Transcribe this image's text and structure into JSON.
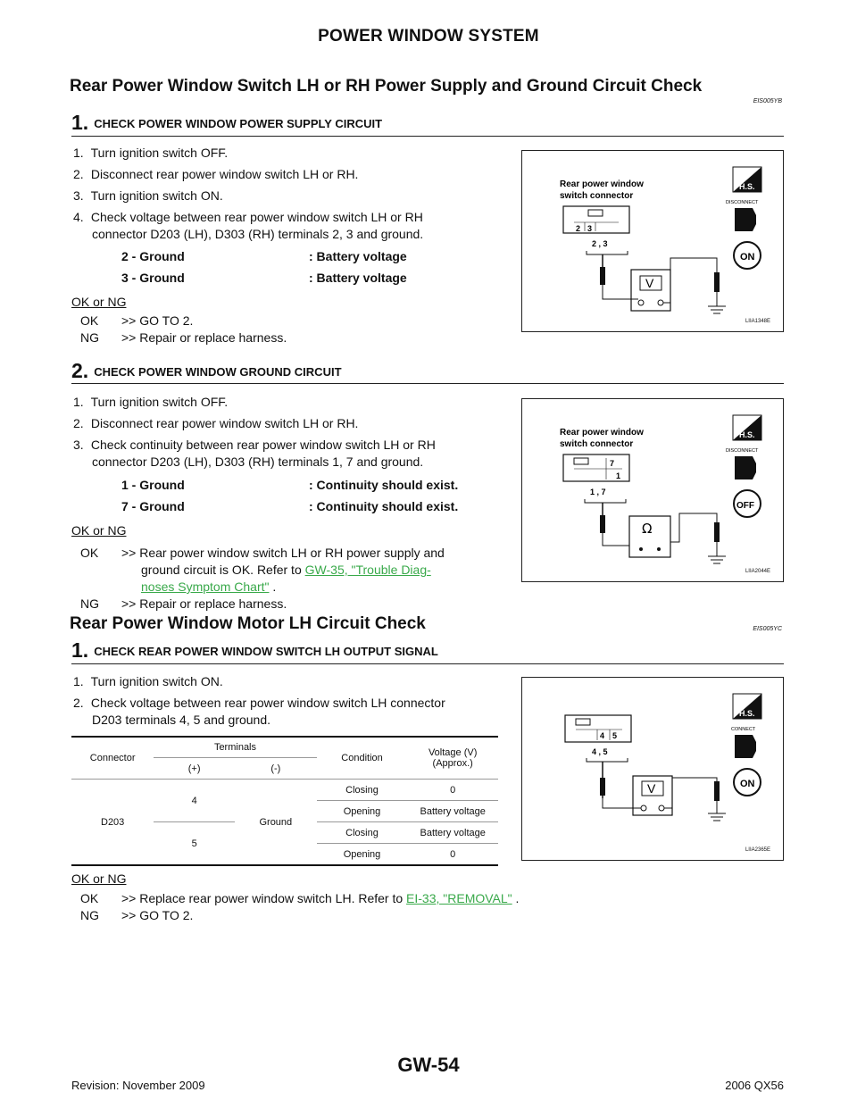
{
  "header": {
    "title": "POWER WINDOW SYSTEM"
  },
  "section1": {
    "title": "Rear Power Window Switch LH or RH Power Supply and Ground Circuit Check",
    "code": "EIS005YB",
    "step1": {
      "num": "1.",
      "title": "CHECK POWER WINDOW POWER SUPPLY CIRCUIT",
      "items": [
        "Turn ignition switch OFF.",
        "Disconnect rear power window switch LH or RH.",
        "Turn ignition switch ON.",
        "Check voltage between rear power window switch LH or RH",
        "connector D203 (LH), D303 (RH) terminals 2, 3 and ground."
      ],
      "specs": [
        {
          "left": "2 - Ground",
          "right": ": Battery voltage"
        },
        {
          "left": "3 - Ground",
          "right": ": Battery voltage"
        }
      ],
      "ok_ng_label": "OK or NG",
      "ok_key": "OK",
      "ok_text": ">> GO TO 2.",
      "ng_key": "NG",
      "ng_text": ">> Repair or replace harness.",
      "figure": {
        "label_line1": "Rear power window",
        "label_line2": "switch connector",
        "pins": "2 , 3",
        "pin_a": "2",
        "pin_b": "3",
        "meter": "V",
        "state": "ON",
        "code": "LIIA1348E"
      }
    },
    "step2": {
      "num": "2.",
      "title": "CHECK POWER WINDOW GROUND CIRCUIT",
      "items": [
        "Turn ignition switch OFF.",
        "Disconnect rear power window switch LH or RH.",
        "Check continuity between rear power window switch LH or RH",
        "connector D203 (LH), D303 (RH) terminals 1, 7 and ground."
      ],
      "specs": [
        {
          "left": "1 - Ground",
          "right": ": Continuity should exist."
        },
        {
          "left": "7 - Ground",
          "right": ": Continuity should exist."
        }
      ],
      "ok_ng_label": "OK or NG",
      "ok_key": "OK",
      "ok_text_1": ">> Rear power window switch LH or RH power supply and",
      "ok_text_2": "ground circuit is OK. Refer to",
      "ok_link_1": "GW-35, \"Trouble Diag-",
      "ok_link_2": "noses Symptom Chart\"",
      "ok_tail": " .",
      "ng_key": "NG",
      "ng_text": ">> Repair or replace harness.",
      "figure": {
        "label_line1": "Rear power window",
        "label_line2": "switch connector",
        "pins": "1 , 7",
        "pin_a": "7",
        "pin_b": "1",
        "meter": "Ω",
        "state": "OFF",
        "code": "LIIA2044E"
      }
    }
  },
  "section2": {
    "title": "Rear Power Window Motor LH Circuit Check",
    "code": "EIS005YC",
    "step1": {
      "num": "1.",
      "title": "CHECK REAR POWER WINDOW SWITCH LH OUTPUT SIGNAL",
      "items": [
        "Turn ignition switch ON.",
        "Check voltage between rear power window switch LH connector",
        "D203 terminals 4, 5 and ground."
      ],
      "table": {
        "h_connector": "Connector",
        "h_terminals": "Terminals",
        "h_plus": "(+)",
        "h_minus": "(-)",
        "h_condition": "Condition",
        "h_voltage_1": "Voltage (V)",
        "h_voltage_2": "(Approx.)",
        "connector": "D203",
        "ground": "Ground",
        "rows": [
          {
            "plus": "4",
            "condition": "Closing",
            "voltage": "0"
          },
          {
            "plus": "",
            "condition": "Opening",
            "voltage": "Battery voltage"
          },
          {
            "plus": "5",
            "condition": "Closing",
            "voltage": "Battery voltage"
          },
          {
            "plus": "",
            "condition": "Opening",
            "voltage": "0"
          }
        ]
      },
      "ok_ng_label": "OK or NG",
      "ok_key": "OK",
      "ok_text": ">> Replace rear power window switch LH. Refer to",
      "ok_link": "EI-33, \"REMOVAL\"",
      "ok_tail": " .",
      "ng_key": "NG",
      "ng_text": ">> GO TO 2.",
      "figure": {
        "pins": "4 , 5",
        "pin_a": "4",
        "pin_b": "5",
        "meter": "V",
        "state": "ON",
        "code": "LIIA2365E"
      }
    }
  },
  "footer": {
    "page": "GW-54",
    "revision": "Revision: November 2009",
    "model": "2006 QX56"
  },
  "figure_common": {
    "hs": "H.S.",
    "disconnect": "DISCONNECT",
    "connect": "CONNECT"
  }
}
